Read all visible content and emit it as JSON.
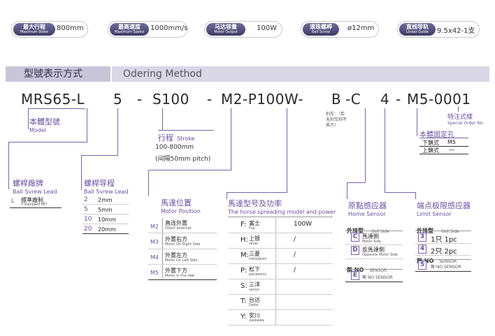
{
  "specs": [
    {
      "cn": "最大行程",
      "en": "Maximum Stoke",
      "value": "800mm"
    },
    {
      "cn": "最高速度",
      "en": "Maximum Speed",
      "value": "1000mm/s"
    },
    {
      "cn": "马达容量",
      "en": "Motor Output",
      "value": "100W"
    },
    {
      "cn": "滚珠螺桿",
      "en": "Ball Screw",
      "value": "ø12mm"
    },
    {
      "cn": "直线导轨",
      "en": "Linear Guide",
      "value": "9.5x42-1支"
    }
  ],
  "header": {
    "cn": "型號表示方式",
    "en": "Odering Method"
  },
  "code": {
    "mrs": "MRS65-L",
    "lead": "5",
    "d1": "-",
    "stroke": "S100",
    "d2": "-",
    "motor": "M2-P100W-",
    "brake": "B",
    "d3": "-C",
    "home": "4",
    "d4": "-",
    "limit": "M5-0001"
  },
  "brake_note": [
    "刹车：（若",
    "无刹车则不",
    "表示）"
  ],
  "special": {
    "cn": "特注式樣",
    "en": "Special Order No."
  },
  "model": {
    "cn": "本體型號",
    "en": "Model"
  },
  "stroke_info": {
    "cn": "行程",
    "en": "Stroke",
    "range": "100-800mm",
    "pitch": "(间隔50mm pitch)"
  },
  "body_hole": {
    "cn": "本體固定孔",
    "rows": [
      {
        "k": "下鎖式",
        "v": "M5"
      },
      {
        "k": "上鎖式",
        "v": "一"
      }
    ]
  },
  "ballscrew": {
    "cn": "螺桿廠牌",
    "en": "Ball Svrew Lead",
    "code": "L",
    "cn2": "標準廠制",
    "en2": "T-Standard MIT"
  },
  "lead": {
    "cn": "螺桿导程",
    "en": "Ball Svrew Lead",
    "rows": [
      {
        "k": "2",
        "v": "2mm"
      },
      {
        "k": "5",
        "v": "5mm"
      },
      {
        "k": "10",
        "v": "10mm"
      },
      {
        "k": "20",
        "v": "20mm"
      }
    ]
  },
  "motor_pos": {
    "cn": "馬達位置",
    "en": "Motor Position",
    "rows": [
      {
        "k": "M2",
        "cn": "直连外置",
        "en": "Direct external"
      },
      {
        "k": "M3",
        "cn": "外置右方",
        "en": "Motor On Right Side"
      },
      {
        "k": "M4",
        "cn": "外置左方",
        "en": "Motor On Left Side"
      },
      {
        "k": "M5",
        "cn": "外置下方",
        "en": "Motor in the side"
      }
    ]
  },
  "power": {
    "title": "馬達型号及功率",
    "en": "The horse spreading model and power",
    "rows": [
      {
        "k": "F:",
        "cn": "富士",
        "en": "Fuji",
        "v": "100W"
      },
      {
        "k": "H:",
        "cn": "上银",
        "en": "silver",
        "v": "/"
      },
      {
        "k": "M:",
        "cn": "三菱",
        "en": "mitsubishi",
        "v": "/"
      },
      {
        "k": "P:",
        "cn": "松下",
        "en": "panasonic",
        "v": "/"
      },
      {
        "k": "S:",
        "cn": "三洋",
        "en": "sanyo",
        "v": ""
      },
      {
        "k": "T:",
        "cn": "台达",
        "en": "Delta",
        "v": ""
      },
      {
        "k": "Y:",
        "cn": "安川",
        "en": "yaskawa",
        "v": ""
      }
    ]
  },
  "home": {
    "cn": "原點感应器",
    "en": "Home Sensor",
    "ext": "外挂型",
    "ext_en": "Out Side",
    "rows": [
      {
        "k": "C",
        "cn": "馬達侧",
        "en": "Motor Side"
      },
      {
        "k": "D",
        "cn": "反馬達侧",
        "en": "Opposite Motor Side"
      }
    ],
    "no": "無 NO",
    "no_en": "SENSOR",
    "e": "E",
    "e_text": "無 NO SENSOR"
  },
  "limit": {
    "cn": "端点极限感应器",
    "en": "Limit Sensor",
    "ext": "外挂型",
    "ext_en": "Out Side",
    "rows": [
      {
        "k": "3",
        "v": "1只 1pc"
      },
      {
        "k": "4",
        "v": "2只 2pc"
      }
    ],
    "no": "無 NO",
    "no_en": "SENSOR",
    "e": "5",
    "e_text": "無 NO SENSOR"
  }
}
